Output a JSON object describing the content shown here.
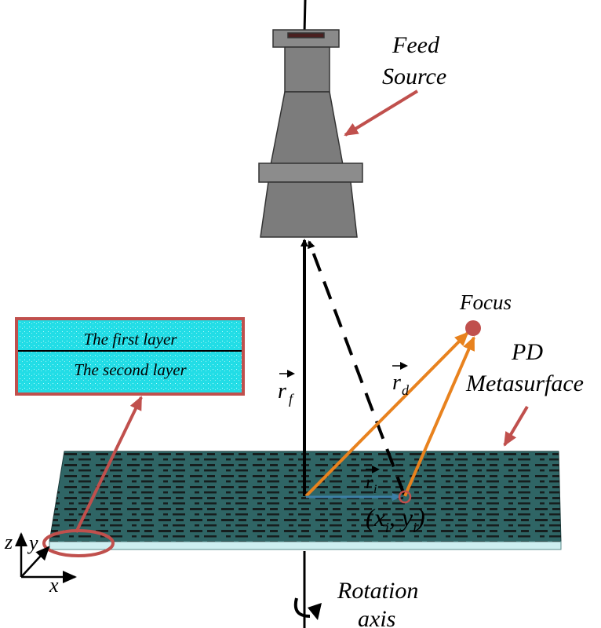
{
  "labels": {
    "feed_line1": "Feed",
    "feed_line2": "Source",
    "focus": "Focus",
    "pd_line1": "PD",
    "pd_line2": "Metasurface",
    "rotation_line1": "Rotation",
    "rotation_line2": "axis",
    "r_f": "r",
    "r_f_sub": "f",
    "r_d": "r",
    "r_d_sub": "d",
    "r_i": "r",
    "r_i_sub": "i",
    "element_coord": "(x",
    "element_coord_sub1": "i",
    "element_coord_mid": ", y",
    "element_coord_sub2": "i",
    "element_coord_end": ")",
    "layer1": "The first layer",
    "layer2": "The second layer",
    "axis_x": "x",
    "axis_y": "y",
    "axis_z": "z"
  },
  "colors": {
    "callout_red": "#c0504d",
    "ray_orange": "#e8821e",
    "ri_blue": "#3d7fa6",
    "metasurface": "#2f6565",
    "layer_cyan": "#22dde6",
    "horn_gray": "#808080"
  }
}
